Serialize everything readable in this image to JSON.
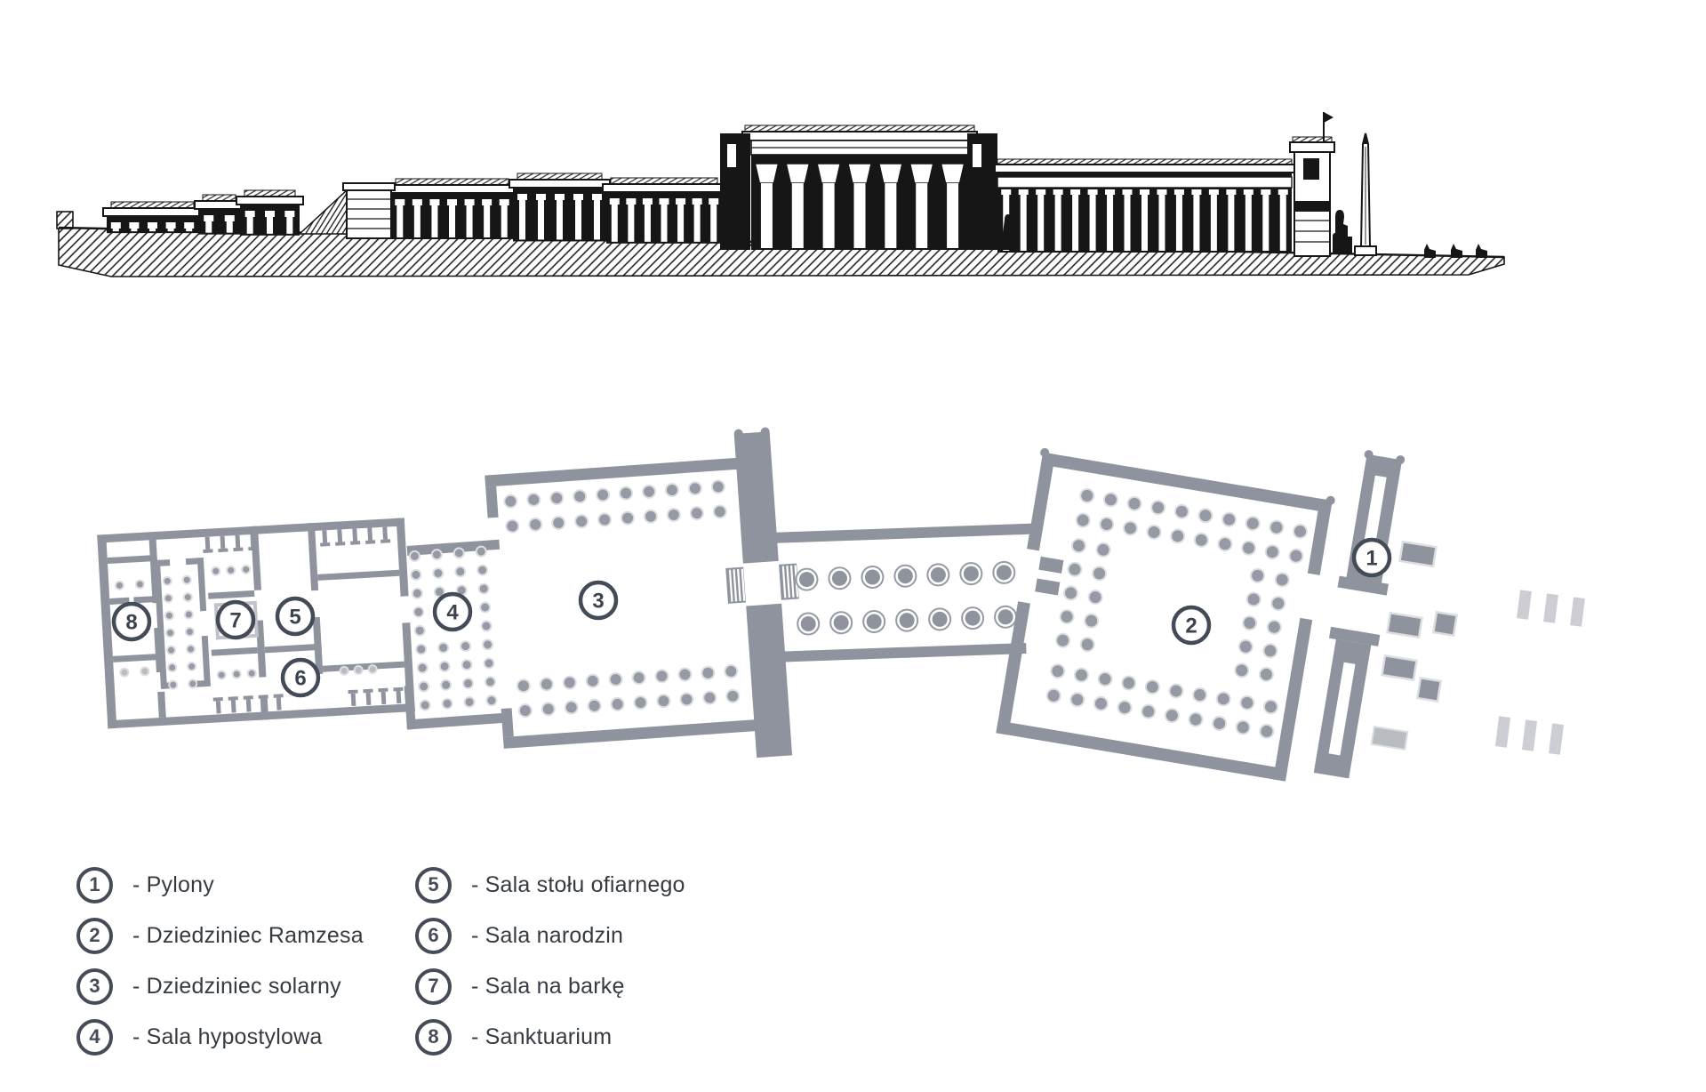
{
  "colors": {
    "background": "#ffffff",
    "ink": "#161616",
    "wall": "#8e939d",
    "column_dot": "#959aa4",
    "column_dot_light": "#b9bcc1",
    "avenue_mark": "#ccced3",
    "badge_ring": "#434b56",
    "legend_text": "#363b42"
  },
  "plan": {
    "markers": [
      "1",
      "2",
      "3",
      "4",
      "5",
      "6",
      "7",
      "8"
    ]
  },
  "legend": {
    "items": [
      {
        "num": "1",
        "label": "- Pylony"
      },
      {
        "num": "2",
        "label": "- Dziedziniec Ramzesa"
      },
      {
        "num": "3",
        "label": "- Dziedziniec solarny"
      },
      {
        "num": "4",
        "label": "- Sala hypostylowa"
      },
      {
        "num": "5",
        "label": "- Sala stołu ofiarnego"
      },
      {
        "num": "6",
        "label": "- Sala narodzin"
      },
      {
        "num": "7",
        "label": "- Sala na barkę"
      },
      {
        "num": "8",
        "label": "- Sanktuarium"
      }
    ]
  }
}
